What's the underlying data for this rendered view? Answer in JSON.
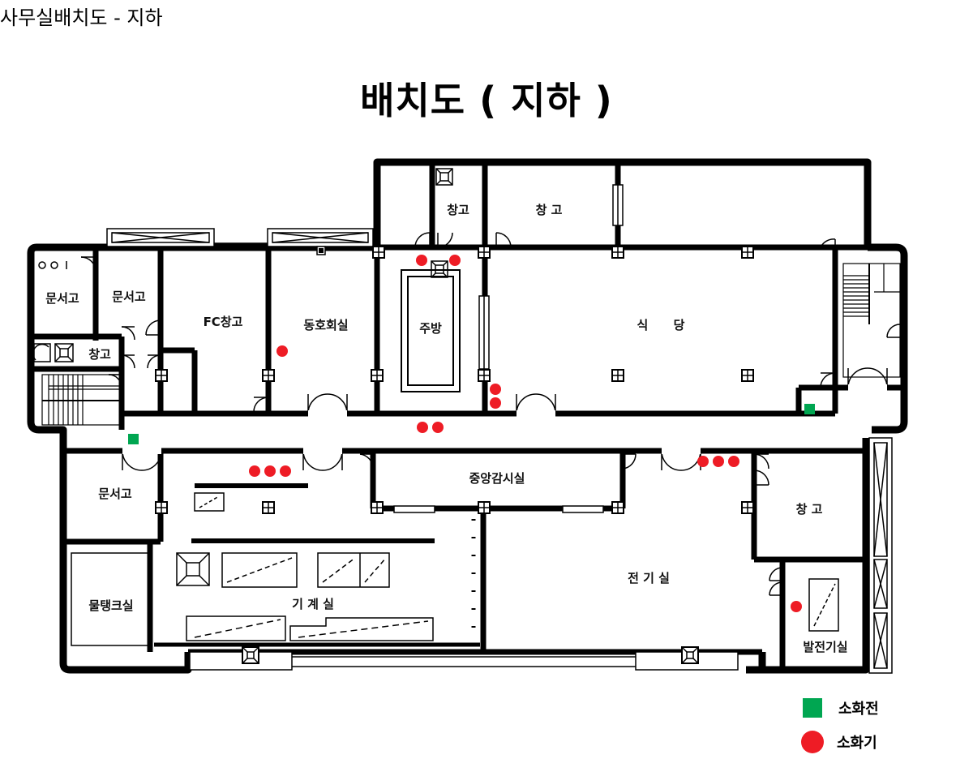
{
  "page": {
    "title": "사무실배치도 - 지하"
  },
  "plan": {
    "title": "배치도 ( 지하 )"
  },
  "rooms": {
    "doc_storage_1": "문서고",
    "doc_storage_2": "문서고",
    "storage_small": "창고",
    "fc_storage": "FC창고",
    "club_room": "동호회실",
    "kitchen": "주방",
    "storage_top_1": "창고",
    "storage_top_2": "창 고",
    "cafeteria": "식      당",
    "doc_storage_3": "문서고",
    "central_monitoring": "중앙감시실",
    "storage_right": "창 고",
    "water_tank_room": "물탱크실",
    "machine_room": "기 계 실",
    "electrical_room": "전 기 실",
    "generator_room": "발전기실"
  },
  "legend": {
    "hydrant_label": "소화전",
    "extinguisher_label": "소화기"
  },
  "colors": {
    "hydrant": "#00a651",
    "extinguisher": "#ee1c25",
    "wall": "#000000"
  }
}
